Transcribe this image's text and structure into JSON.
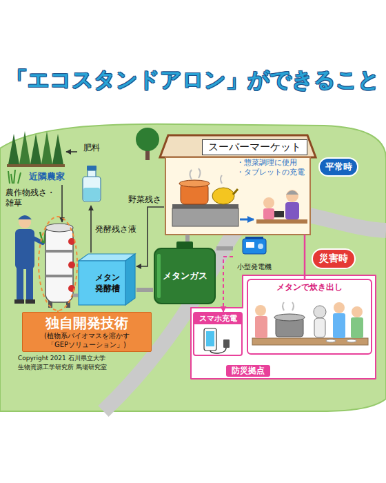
{
  "diagram": {
    "title": "「エコスタンドアロン」ができること",
    "nodes": [
      {
        "text": [
          "近隣農家"
        ]
      },
      {
        "text": [
          "肥料"
        ]
      },
      {
        "text": [
          "スーパーマーケット",
          "・惣菜調理に使用",
          "・タブレットの充電"
        ]
      },
      {
        "text": [
          "平常時"
        ]
      },
      {
        "text": [
          "メタン発酵槽"
        ]
      },
      {
        "text": [
          "メタンガス"
        ]
      },
      {
        "text": [
          "小型発電機"
        ]
      },
      {
        "text": [
          "災害時"
        ]
      },
      {
        "text": [
          "防災拠点"
        ]
      },
      {
        "text": [
          "メタンで炊き出し"
        ],
        "in": 8
      },
      {
        "text": [
          "スマホ充電"
        ],
        "in": 8
      },
      {
        "text": [
          "独自開発技術",
          "(植物系バイオマスを溶かす「GEPソリューション」)"
        ]
      }
    ],
    "edges": [
      {
        "from": 4,
        "to": 1,
        "arrow": "to",
        "label": "発酵残さ液"
      },
      {
        "from": 1,
        "to": 0,
        "arrow": "to"
      },
      {
        "from": 2,
        "to": 4,
        "arrow": "to",
        "label": "野菜残さ"
      },
      {
        "from": 4,
        "to": 5,
        "arrow": "none"
      },
      {
        "from": 5,
        "to": 2,
        "arrow": "none"
      },
      {
        "from": 5,
        "to": 6,
        "arrow": "none"
      },
      {
        "from": 2,
        "to": 9,
        "arrow": "none"
      },
      {
        "from": 6,
        "to": 10,
        "arrow": "to"
      }
    ],
    "labels": [
      "農作物残さ・雑草",
      "Copyright 2021 石川県立大学",
      "生物資源工学研究所 馬場研究室"
    ]
  }
}
